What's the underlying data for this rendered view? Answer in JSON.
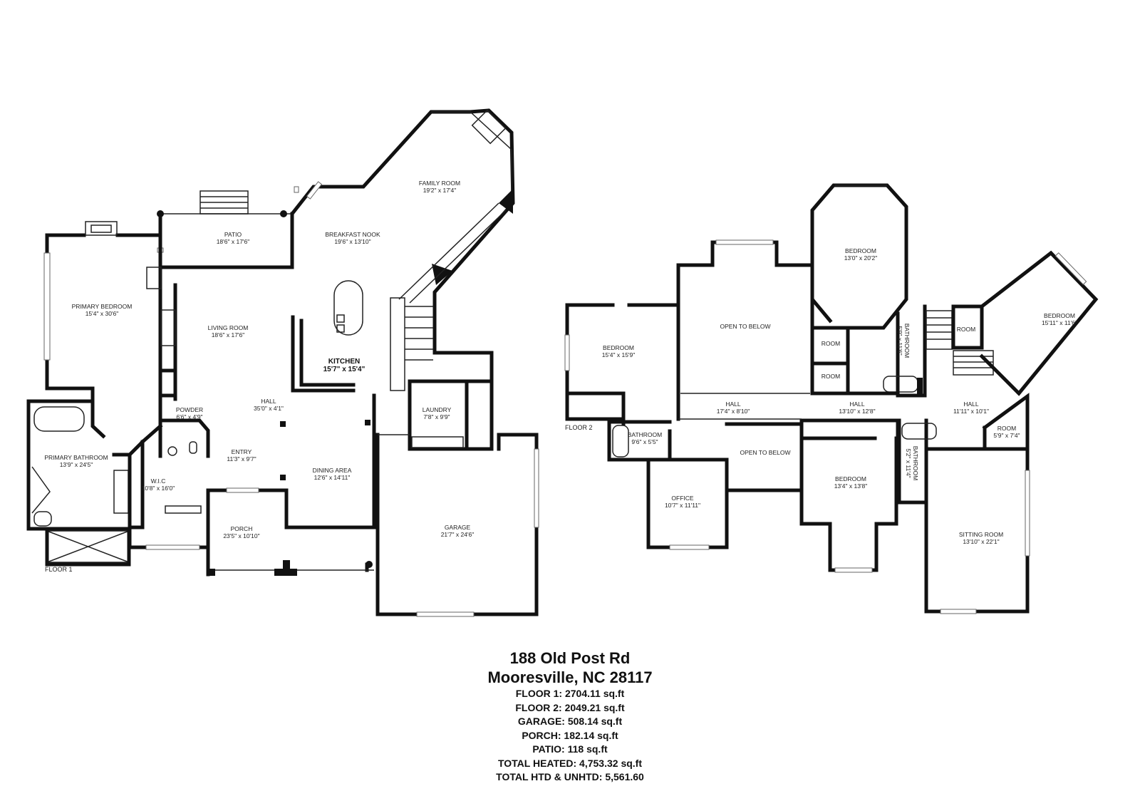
{
  "floors": {
    "floor1_label": "FLOOR 1",
    "floor2_label": "FLOOR 2"
  },
  "rooms_floor1": [
    {
      "name": "FAMILY ROOM",
      "dims": "19'2\" x 17'4\""
    },
    {
      "name": "PATIO",
      "dims": "18'6\" x 17'6\""
    },
    {
      "name": "BREAKFAST NOOK",
      "dims": "19'6\" x 13'10\""
    },
    {
      "name": "PRIMARY BEDROOM",
      "dims": "15'4\" x 30'6\""
    },
    {
      "name": "LIVING ROOM",
      "dims": "18'6\" x 17'6\""
    },
    {
      "name": "KITCHEN",
      "dims": "15'7\" x 15'4\""
    },
    {
      "name": "HALL",
      "dims": "35'0\" x 4'1\""
    },
    {
      "name": "POWDER",
      "dims": "6'6\" x 4'9\""
    },
    {
      "name": "LAUNDRY",
      "dims": "7'8\" x 9'9\""
    },
    {
      "name": "PRIMARY BATHROOM",
      "dims": "13'9\" x 24'5\""
    },
    {
      "name": "ENTRY",
      "dims": "11'3\" x 9'7\""
    },
    {
      "name": "W.I.C",
      "dims": "10'8\" x 16'0\""
    },
    {
      "name": "DINING AREA",
      "dims": "12'6\" x 14'11\""
    },
    {
      "name": "GARAGE",
      "dims": "21'7\" x 24'6\""
    },
    {
      "name": "PORCH",
      "dims": "23'5\" x 10'10\""
    }
  ],
  "rooms_floor2": [
    {
      "name": "BEDROOM",
      "dims": "13'0\" x 20'2\""
    },
    {
      "name": "OPEN TO BELOW",
      "dims": ""
    },
    {
      "name": "BEDROOM",
      "dims": "15'11\" x 11'6\""
    },
    {
      "name": "BEDROOM",
      "dims": "15'4\" x 15'9\""
    },
    {
      "name": "ROOM",
      "dims": ""
    },
    {
      "name": "ROOM",
      "dims": ""
    },
    {
      "name": "ROOM",
      "dims": ""
    },
    {
      "name": "BATHROOM",
      "dims": "5'9\" x 11'6\""
    },
    {
      "name": "HALL",
      "dims": "17'4\" x 8'10\""
    },
    {
      "name": "HALL",
      "dims": "13'10\" x 12'8\""
    },
    {
      "name": "HALL",
      "dims": "11'11\" x 10'1\""
    },
    {
      "name": "BATHROOM",
      "dims": "9'6\" x 5'5\""
    },
    {
      "name": "ROOM",
      "dims": "5'9\" x 7'4\""
    },
    {
      "name": "OPEN TO BELOW",
      "dims": ""
    },
    {
      "name": "BATHROOM",
      "dims": "5'2\" x 11'4\""
    },
    {
      "name": "BEDROOM",
      "dims": "13'4\" x 13'8\""
    },
    {
      "name": "OFFICE",
      "dims": "10'7\" x 11'11\""
    },
    {
      "name": "SITTING ROOM",
      "dims": "13'10\" x 22'1\""
    }
  ],
  "property": {
    "address_line1": "188 Old Post Rd",
    "address_line2": "Mooresville, NC 28117",
    "stats": [
      "FLOOR 1:  2704.11 sq.ft",
      "FLOOR 2:  2049.21 sq.ft",
      "GARAGE:  508.14 sq.ft",
      "PORCH:  182.14 sq.ft",
      "PATIO:  118 sq.ft",
      "TOTAL HEATED:  4,753.32 sq.ft",
      "TOTAL HTD & UNHTD:  5,561.60"
    ]
  }
}
